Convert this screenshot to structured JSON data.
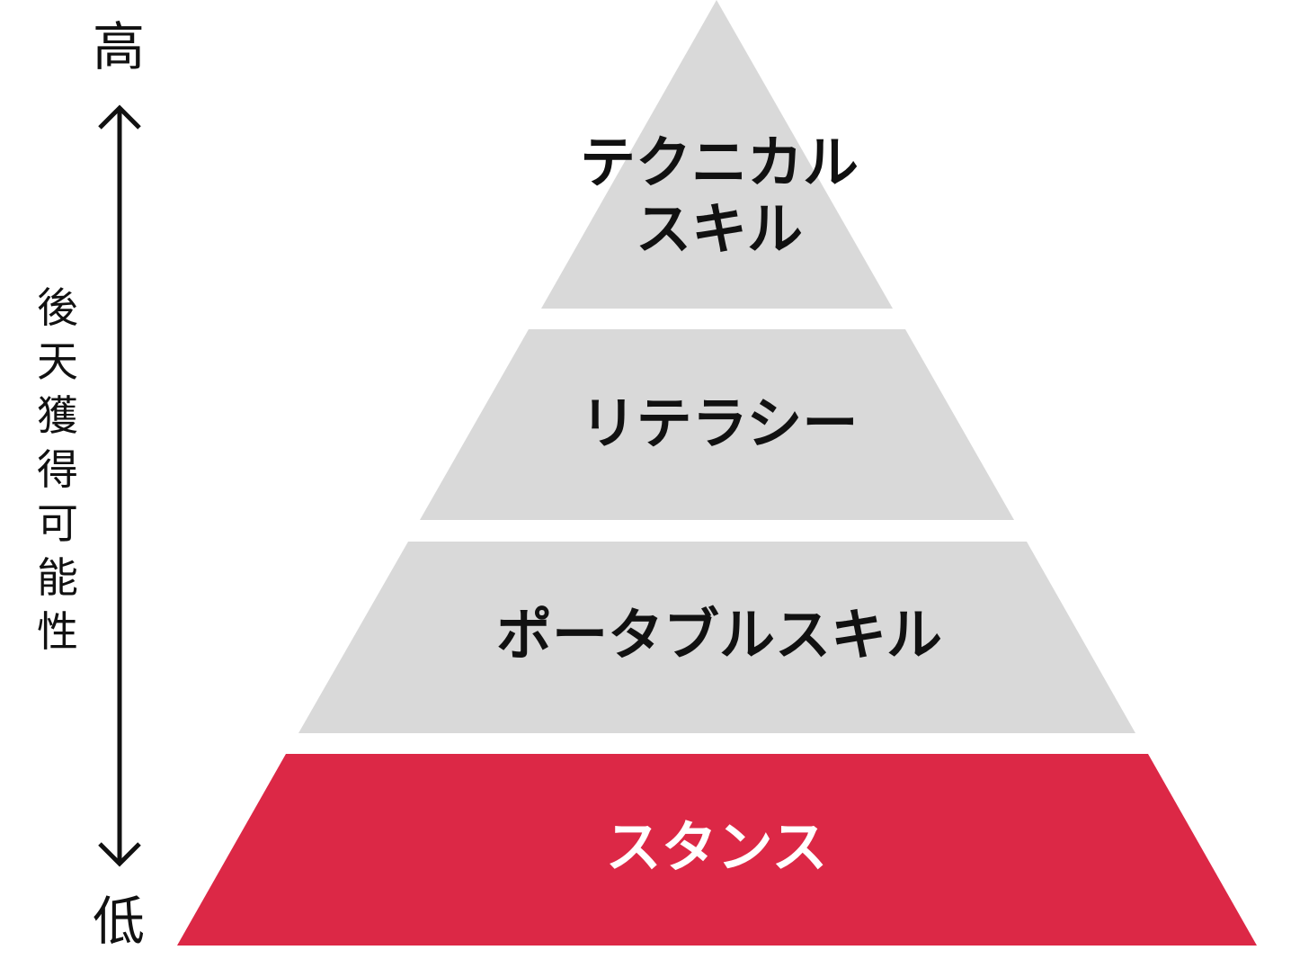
{
  "axis": {
    "high_label": "高",
    "low_label": "低",
    "vertical_label_chars": [
      "後",
      "天",
      "獲",
      "得",
      "可",
      "能",
      "性"
    ]
  },
  "tiers": [
    {
      "lines": [
        "テクニカル",
        "スキル"
      ],
      "highlighted": false
    },
    {
      "lines": [
        "リテラシー"
      ],
      "highlighted": false
    },
    {
      "lines": [
        "ポータブルスキル"
      ],
      "highlighted": false
    },
    {
      "lines": [
        "スタンス"
      ],
      "highlighted": true
    }
  ],
  "colors": {
    "tier_default": "#d9d9d9",
    "tier_highlight": "#dc2846",
    "text_default": "#111111",
    "text_highlight": "#ffffff"
  }
}
